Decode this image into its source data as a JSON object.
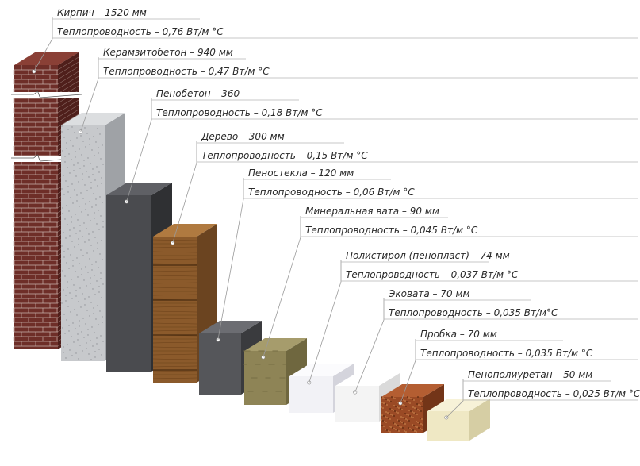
{
  "materials": [
    {
      "name_text": "Кирпич – 1520 мм",
      "conductivity_text": "Теплопроводность – 0,76 Вт/м °С",
      "colors": {
        "front": "#6e2e28",
        "side": "#4f1f1b",
        "top": "#8a4036",
        "mortar": "#c9b3ac"
      }
    },
    {
      "name_text": "Керамзитобетон – 940 мм",
      "conductivity_text": "Теплопроводность – 0,47 Вт/м °С",
      "colors": {
        "front": "#c7c9cc",
        "side": "#9fa2a6",
        "top": "#dcdee0"
      }
    },
    {
      "name_text": "Пенобетон – 360",
      "conductivity_text": "Теплопроводность – 0,18 Вт/м °С",
      "colors": {
        "front": "#4a4b4f",
        "side": "#2f3033",
        "top": "#5f6065"
      }
    },
    {
      "name_text": "Дерево – 300 мм",
      "conductivity_text": "Теплопроводность – 0,15 Вт/м °С",
      "colors": {
        "front": "#8b5a2b",
        "side": "#6b4420",
        "top": "#b07a40"
      }
    },
    {
      "name_text": "Пеностекла – 120 мм",
      "conductivity_text": "Теплопроводность – 0,06 Вт/м °С",
      "colors": {
        "front": "#55565a",
        "side": "#3a3b3e",
        "top": "#6c6d72"
      }
    },
    {
      "name_text": "Минеральная вата – 90 мм",
      "conductivity_text": "Теплопроводность – 0,045 Вт/м °С",
      "colors": {
        "front": "#8e8456",
        "side": "#6f673f",
        "top": "#a69c6c"
      }
    },
    {
      "name_text": "Полистирол (пенопласт) – 74 мм",
      "conductivity_text": "Теплопроводность – 0,037 Вт/м °С",
      "colors": {
        "front": "#f2f2f6",
        "side": "#d4d4dc",
        "top": "#fbfbfd"
      }
    },
    {
      "name_text": "Эковата – 70 мм",
      "conductivity_text": "Теплопроводность – 0,035 Вт/м°С",
      "colors": {
        "front": "#f4f4f4",
        "side": "#dadada",
        "top": "#ffffff"
      }
    },
    {
      "name_text": "Пробка – 70 мм",
      "conductivity_text": "Теплопроводность – 0,035 Вт/м °С",
      "colors": {
        "front": "#9a4a25",
        "side": "#733518",
        "top": "#b45e32"
      }
    },
    {
      "name_text": "Пенополиуретан – 50 мм",
      "conductivity_text": "Теплопроводность – 0,025 Вт/м °С",
      "colors": {
        "front": "#efe8c4",
        "side": "#d6cea4",
        "top": "#f7f2d8"
      }
    }
  ]
}
